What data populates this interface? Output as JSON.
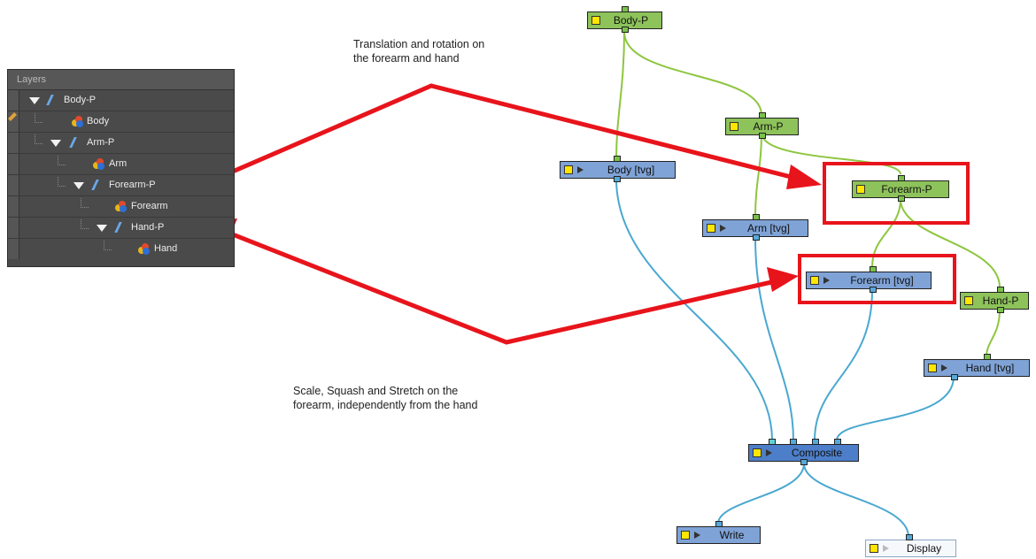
{
  "layers_panel": {
    "header": "Layers",
    "rows": [
      {
        "label": "Body-P",
        "type": "peg"
      },
      {
        "label": "Body",
        "type": "drawing"
      },
      {
        "label": "Arm-P",
        "type": "peg"
      },
      {
        "label": "Arm",
        "type": "drawing"
      },
      {
        "label": "Forearm-P",
        "type": "peg"
      },
      {
        "label": "Forearm",
        "type": "drawing"
      },
      {
        "label": "Hand-P",
        "type": "peg"
      },
      {
        "label": "Hand",
        "type": "drawing"
      }
    ]
  },
  "nodes": {
    "body_p": "Body-P",
    "arm_p": "Arm-P",
    "forearm_p": "Forearm-P",
    "hand_p": "Hand-P",
    "body_tvg": "Body  [tvg]",
    "arm_tvg": "Arm  [tvg]",
    "forearm_tvg": "Forearm  [tvg]",
    "hand_tvg": "Hand  [tvg]",
    "composite": "Composite",
    "write": "Write",
    "display": "Display"
  },
  "annotations": {
    "top_line1": "Translation and rotation on",
    "top_line2": "the forearm and hand",
    "bottom_line1": "Scale, Squash and Stretch on the",
    "bottom_line2": "forearm, independently from the hand"
  },
  "colors": {
    "peg_node": "#8dc35a",
    "drawing_node": "#7fa3d6",
    "peg_wire": "#8dc63f",
    "image_wire": "#4aa8d0",
    "highlight": "#e8141b"
  }
}
